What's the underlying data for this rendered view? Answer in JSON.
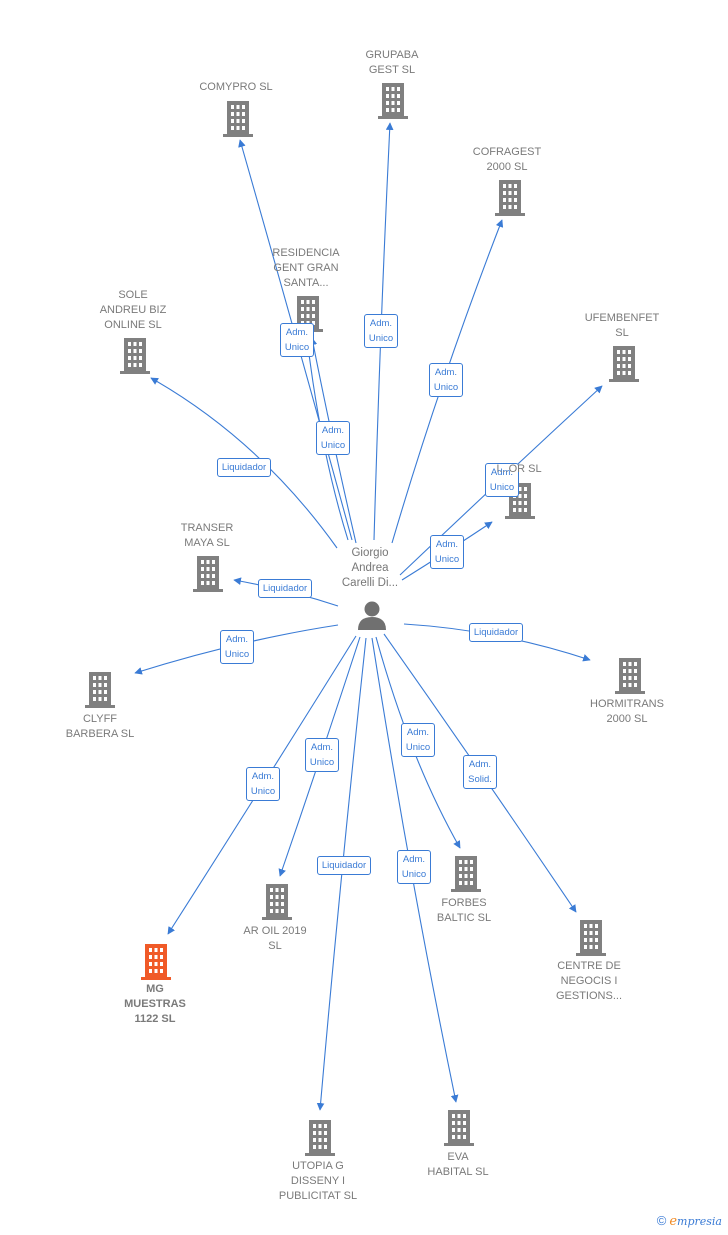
{
  "diagram": {
    "center": {
      "name": "Giorgio\nAndrea\nCarelli Di..."
    },
    "nodes": [
      {
        "id": "comypro",
        "label": "COMYPRO SL",
        "edge": ""
      },
      {
        "id": "grupaba",
        "label": "GRUPABA\nGEST SL",
        "edge": "Adm.\nUnico"
      },
      {
        "id": "cofragest",
        "label": "COFRAGEST\n2000 SL",
        "edge": "Adm.\nUnico"
      },
      {
        "id": "residencia",
        "label": "RESIDENCIA\nGENT GRAN\nSANTA...",
        "edge": "Adm.\nUnico"
      },
      {
        "id": "sole",
        "label": "SOLE\nANDREU BIZ\nONLINE SL",
        "edge": "Liquidador"
      },
      {
        "id": "ufembenfet",
        "label": "UFEMBENFET\nSL",
        "edge": "Adm.\nUnico"
      },
      {
        "id": "inversor",
        "label": "I...OR  SL",
        "edge": "Adm.\nUnico"
      },
      {
        "id": "transer",
        "label": "TRANSER\nMAYA SL",
        "edge": "Liquidador"
      },
      {
        "id": "clyff",
        "label": "CLYFF\nBARBERA SL",
        "edge": "Adm.\nUnico"
      },
      {
        "id": "hormitrans",
        "label": "HORMITRANS\n2000 SL",
        "edge": "Liquidador"
      },
      {
        "id": "mgmuestras",
        "label": "MG\nMUESTRAS\n1122  SL",
        "edge": "Adm.\nUnico",
        "highlight": true
      },
      {
        "id": "aroil",
        "label": "AR OIL 2019\nSL",
        "edge": "Adm.\nUnico"
      },
      {
        "id": "forbes",
        "label": "FORBES\nBALTIC  SL",
        "edge": "Adm.\nUnico"
      },
      {
        "id": "centre",
        "label": "CENTRE DE\nNEGOCIS I\nGESTIONS...",
        "edge": "Adm.\nSolid."
      },
      {
        "id": "utopia",
        "label": "UTOPIA G\nDISSENY I\nPUBLICITAT SL",
        "edge": "Liquidador"
      },
      {
        "id": "eva",
        "label": "EVA\nHABITAL SL",
        "edge": "Adm.\nUnico"
      }
    ],
    "extra_edge_label": "Adm.\nUnico",
    "colors": {
      "edge": "#3a7bd5",
      "building": "#808080",
      "highlight": "#f05a28",
      "person": "#707070"
    }
  },
  "brand": {
    "copyright": "©",
    "e": "e",
    "rest": "mpresia"
  }
}
